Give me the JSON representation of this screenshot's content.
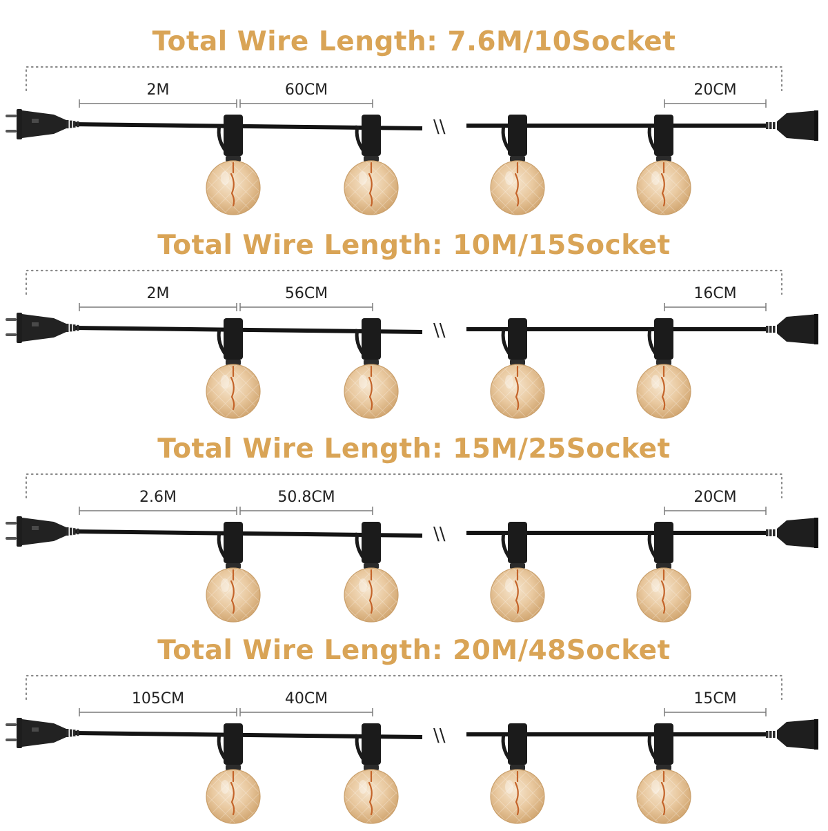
{
  "colors": {
    "title": "#D9A456",
    "cable": "#141414",
    "dimension": "#7a7a7a",
    "bulb_glass": "#EDCFA9",
    "bulb_filament": "#C4642A"
  },
  "icons": {
    "plug": "eu-plug-icon",
    "socket": "end-socket-icon",
    "bulb": "globe-bulb-icon",
    "break": "cable-break-icon"
  },
  "break_mark": "\\\\",
  "strings": [
    {
      "title": "Total Wire Length: 7.6M/10Socket",
      "lead": "2M",
      "spacing": "60CM",
      "tail": "20CM"
    },
    {
      "title": "Total Wire Length: 10M/15Socket",
      "lead": "2M",
      "spacing": "56CM",
      "tail": "16CM"
    },
    {
      "title": "Total Wire Length: 15M/25Socket",
      "lead": "2.6M",
      "spacing": "50.8CM",
      "tail": "20CM"
    },
    {
      "title": "Total Wire Length: 20M/48Socket",
      "lead": "105CM",
      "spacing": "40CM",
      "tail": "15CM"
    }
  ]
}
